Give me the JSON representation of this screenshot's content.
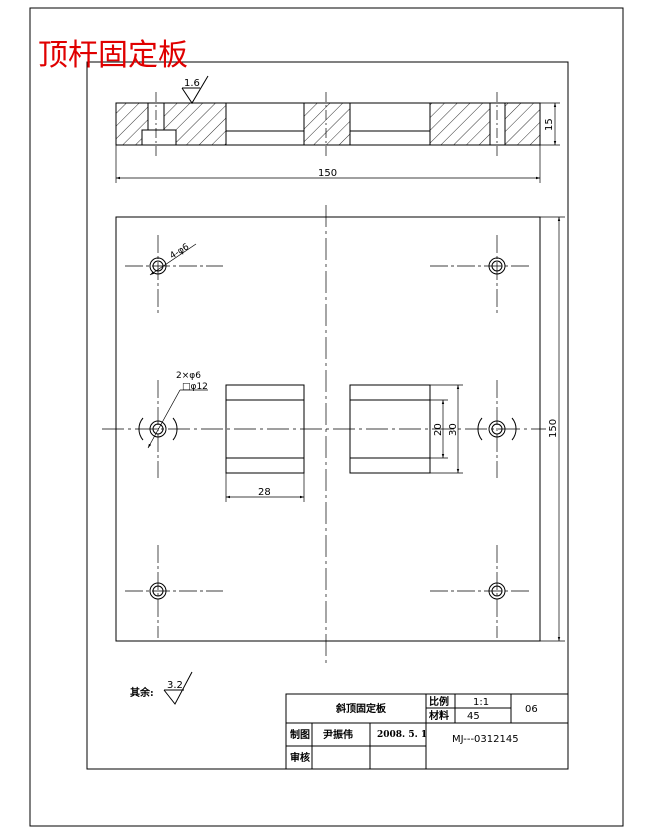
{
  "title": "顶杆固定板",
  "colors": {
    "title": "#e00000",
    "line": "#000000",
    "background": "#ffffff"
  },
  "side_view": {
    "roughness": "1.6",
    "dim_thickness": "15",
    "dim_width": "150"
  },
  "plan_view": {
    "hole_note_top": "4-φ6",
    "hole_note_side_1": "2×φ6",
    "hole_note_side_2": "□φ12",
    "dim_20": "20",
    "dim_30": "30",
    "dim_28": "28",
    "dim_height": "150"
  },
  "roughness_note": {
    "label": "其余:",
    "value": "3.2"
  },
  "title_block": {
    "part_name": "斜顶固定板",
    "scale_label": "比例",
    "scale_value": "1:1",
    "material_label": "材料",
    "material_value": "45",
    "sheet_no": "06",
    "drawn_label": "制图",
    "drawn_by": "尹振伟",
    "date": "2008. 5. 1",
    "drawing_no": "MJ---0312145",
    "checked_label": "审核"
  }
}
